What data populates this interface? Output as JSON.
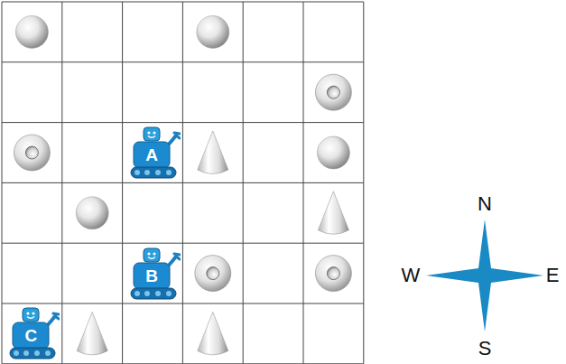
{
  "diagram": {
    "nodes": [
      {
        "text": [
          "A"
        ]
      },
      {
        "text": [
          "B"
        ]
      },
      {
        "text": [
          "C"
        ]
      }
    ],
    "edges": [],
    "labels": [
      "N",
      "W",
      "E",
      "S"
    ]
  }
}
